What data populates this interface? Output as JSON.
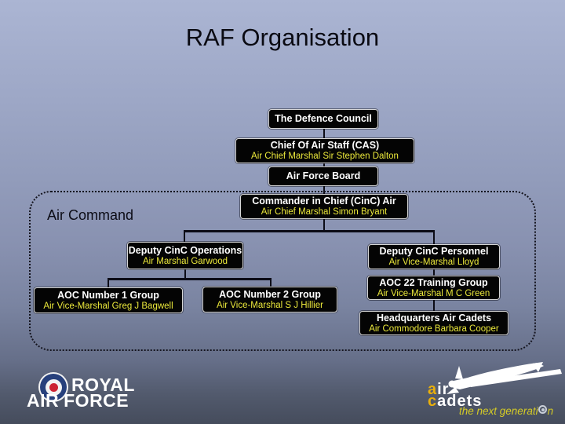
{
  "slide": {
    "title": "RAF Organisation",
    "region_label": "Air Command"
  },
  "org": {
    "defence_council": {
      "role": "The Defence Council"
    },
    "cas": {
      "role": "Chief Of Air Staff (CAS)",
      "person": "Air Chief Marshal Sir Stephen Dalton"
    },
    "air_force_board": {
      "role": "Air Force Board"
    },
    "cinc_air": {
      "role": "Commander in Chief (CinC) Air",
      "person": "Air Chief Marshal Simon Bryant"
    },
    "deputy_cinc_operations": {
      "role": "Deputy CinC Operations",
      "person": "Air Marshal Garwood"
    },
    "deputy_cinc_personnel": {
      "role": "Deputy CinC Personnel",
      "person": "Air Vice-Marshal Lloyd"
    },
    "aoc_number_1_group": {
      "role": "AOC Number 1 Group",
      "person": "Air Vice-Marshal Greg J Bagwell"
    },
    "aoc_number_2_group": {
      "role": "AOC Number 2 Group",
      "person": "Air Vice-Marshal S J Hillier"
    },
    "aoc_22_training_group": {
      "role": "AOC 22 Training Group",
      "person": "Air Vice-Marshal M C Green"
    },
    "headquarters_air_cadets": {
      "role": "Headquarters Air Cadets",
      "person": "Air Commodore Barbara Cooper"
    }
  },
  "footer": {
    "raf_logo": {
      "word1": "ROYAL",
      "word2": "AIR",
      "word3": "FORCE"
    },
    "air_cadets_logo": {
      "word1_initial": "a",
      "word1_rest": "ir",
      "word2_initial": "c",
      "word2_rest": "adets",
      "tagline_pre": "the next generati",
      "tagline_post": "n"
    }
  },
  "colors": {
    "background_top": "#abb5d3",
    "background_bottom": "#454c5c",
    "node_fill": "#040404",
    "node_border": "#d6d6d6",
    "role_text": "#ffffff",
    "person_text": "#ece93b",
    "connector": "#0c0c16",
    "roundel_blue": "#27407c",
    "roundel_red": "#cc2233",
    "cadets_gold": "#e9af0c",
    "tagline_yellow": "#d6cc25"
  }
}
